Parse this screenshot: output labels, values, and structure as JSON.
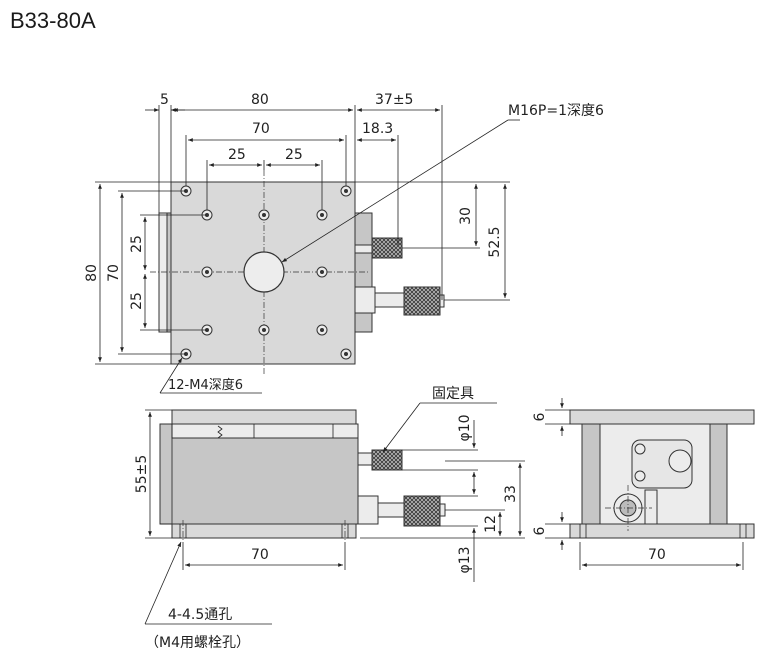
{
  "title": "B33-80A",
  "top_view": {
    "dim_5": "5",
    "dim_80_top": "80",
    "dim_37": "37±5",
    "dim_70_top": "70",
    "dim_18_3": "18.3",
    "dim_25_a": "25",
    "dim_25_b": "25",
    "dim_80_left": "80",
    "dim_70_left": "70",
    "dim_25_left_a": "25",
    "dim_25_left_b": "25",
    "dim_30": "30",
    "dim_52_5": "52.5",
    "callout_center_hole": "M16P=1深度6",
    "callout_mount_holes": "12-M4深度6"
  },
  "front_view": {
    "callout_lock": "固定具",
    "dim_55": "55±5",
    "dim_phi10": "φ10",
    "dim_33": "33",
    "dim_12": "12",
    "dim_phi13": "φ13",
    "dim_70_bottom": "70",
    "callout_through_holes": "4-4.5通孔",
    "callout_through_holes_note": "（M4用螺栓孔）"
  },
  "side_view": {
    "dim_6_top": "6",
    "dim_6_bottom": "6",
    "dim_70_side": "70"
  }
}
